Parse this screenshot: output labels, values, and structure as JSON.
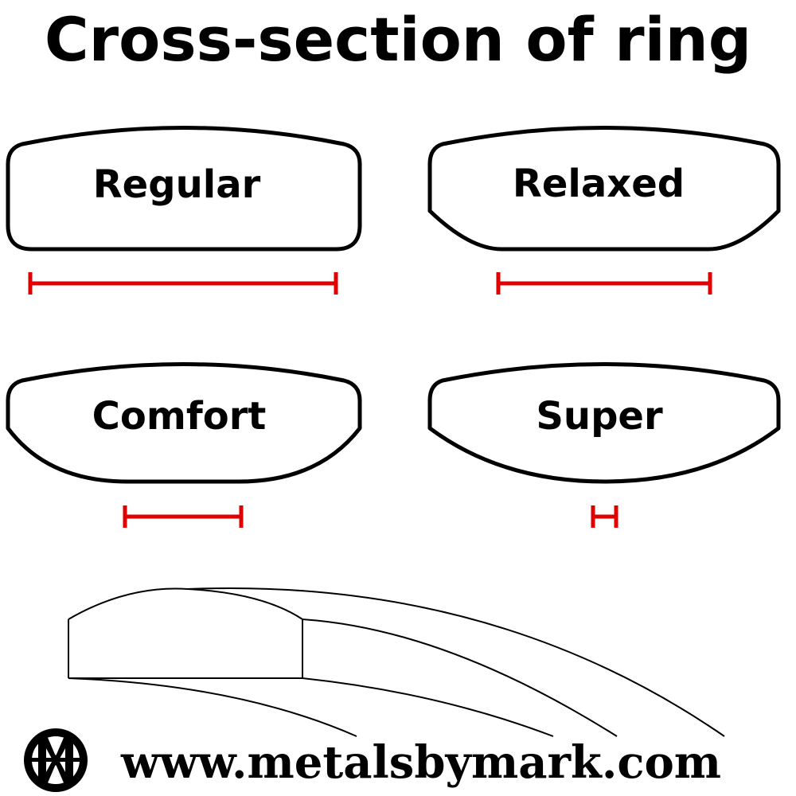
{
  "title": "Cross-section of ring",
  "profiles": [
    {
      "id": "regular",
      "label": "Regular"
    },
    {
      "id": "relaxed",
      "label": "Relaxed"
    },
    {
      "id": "comfort",
      "label": "Comfort"
    },
    {
      "id": "super",
      "label": "Super"
    }
  ],
  "footer": {
    "website": "www.metalsbymark.com",
    "logo_icon": "mbm-logo-icon"
  },
  "colors": {
    "outline": "#000000",
    "measure": "#e00000",
    "background": "#ffffff"
  }
}
